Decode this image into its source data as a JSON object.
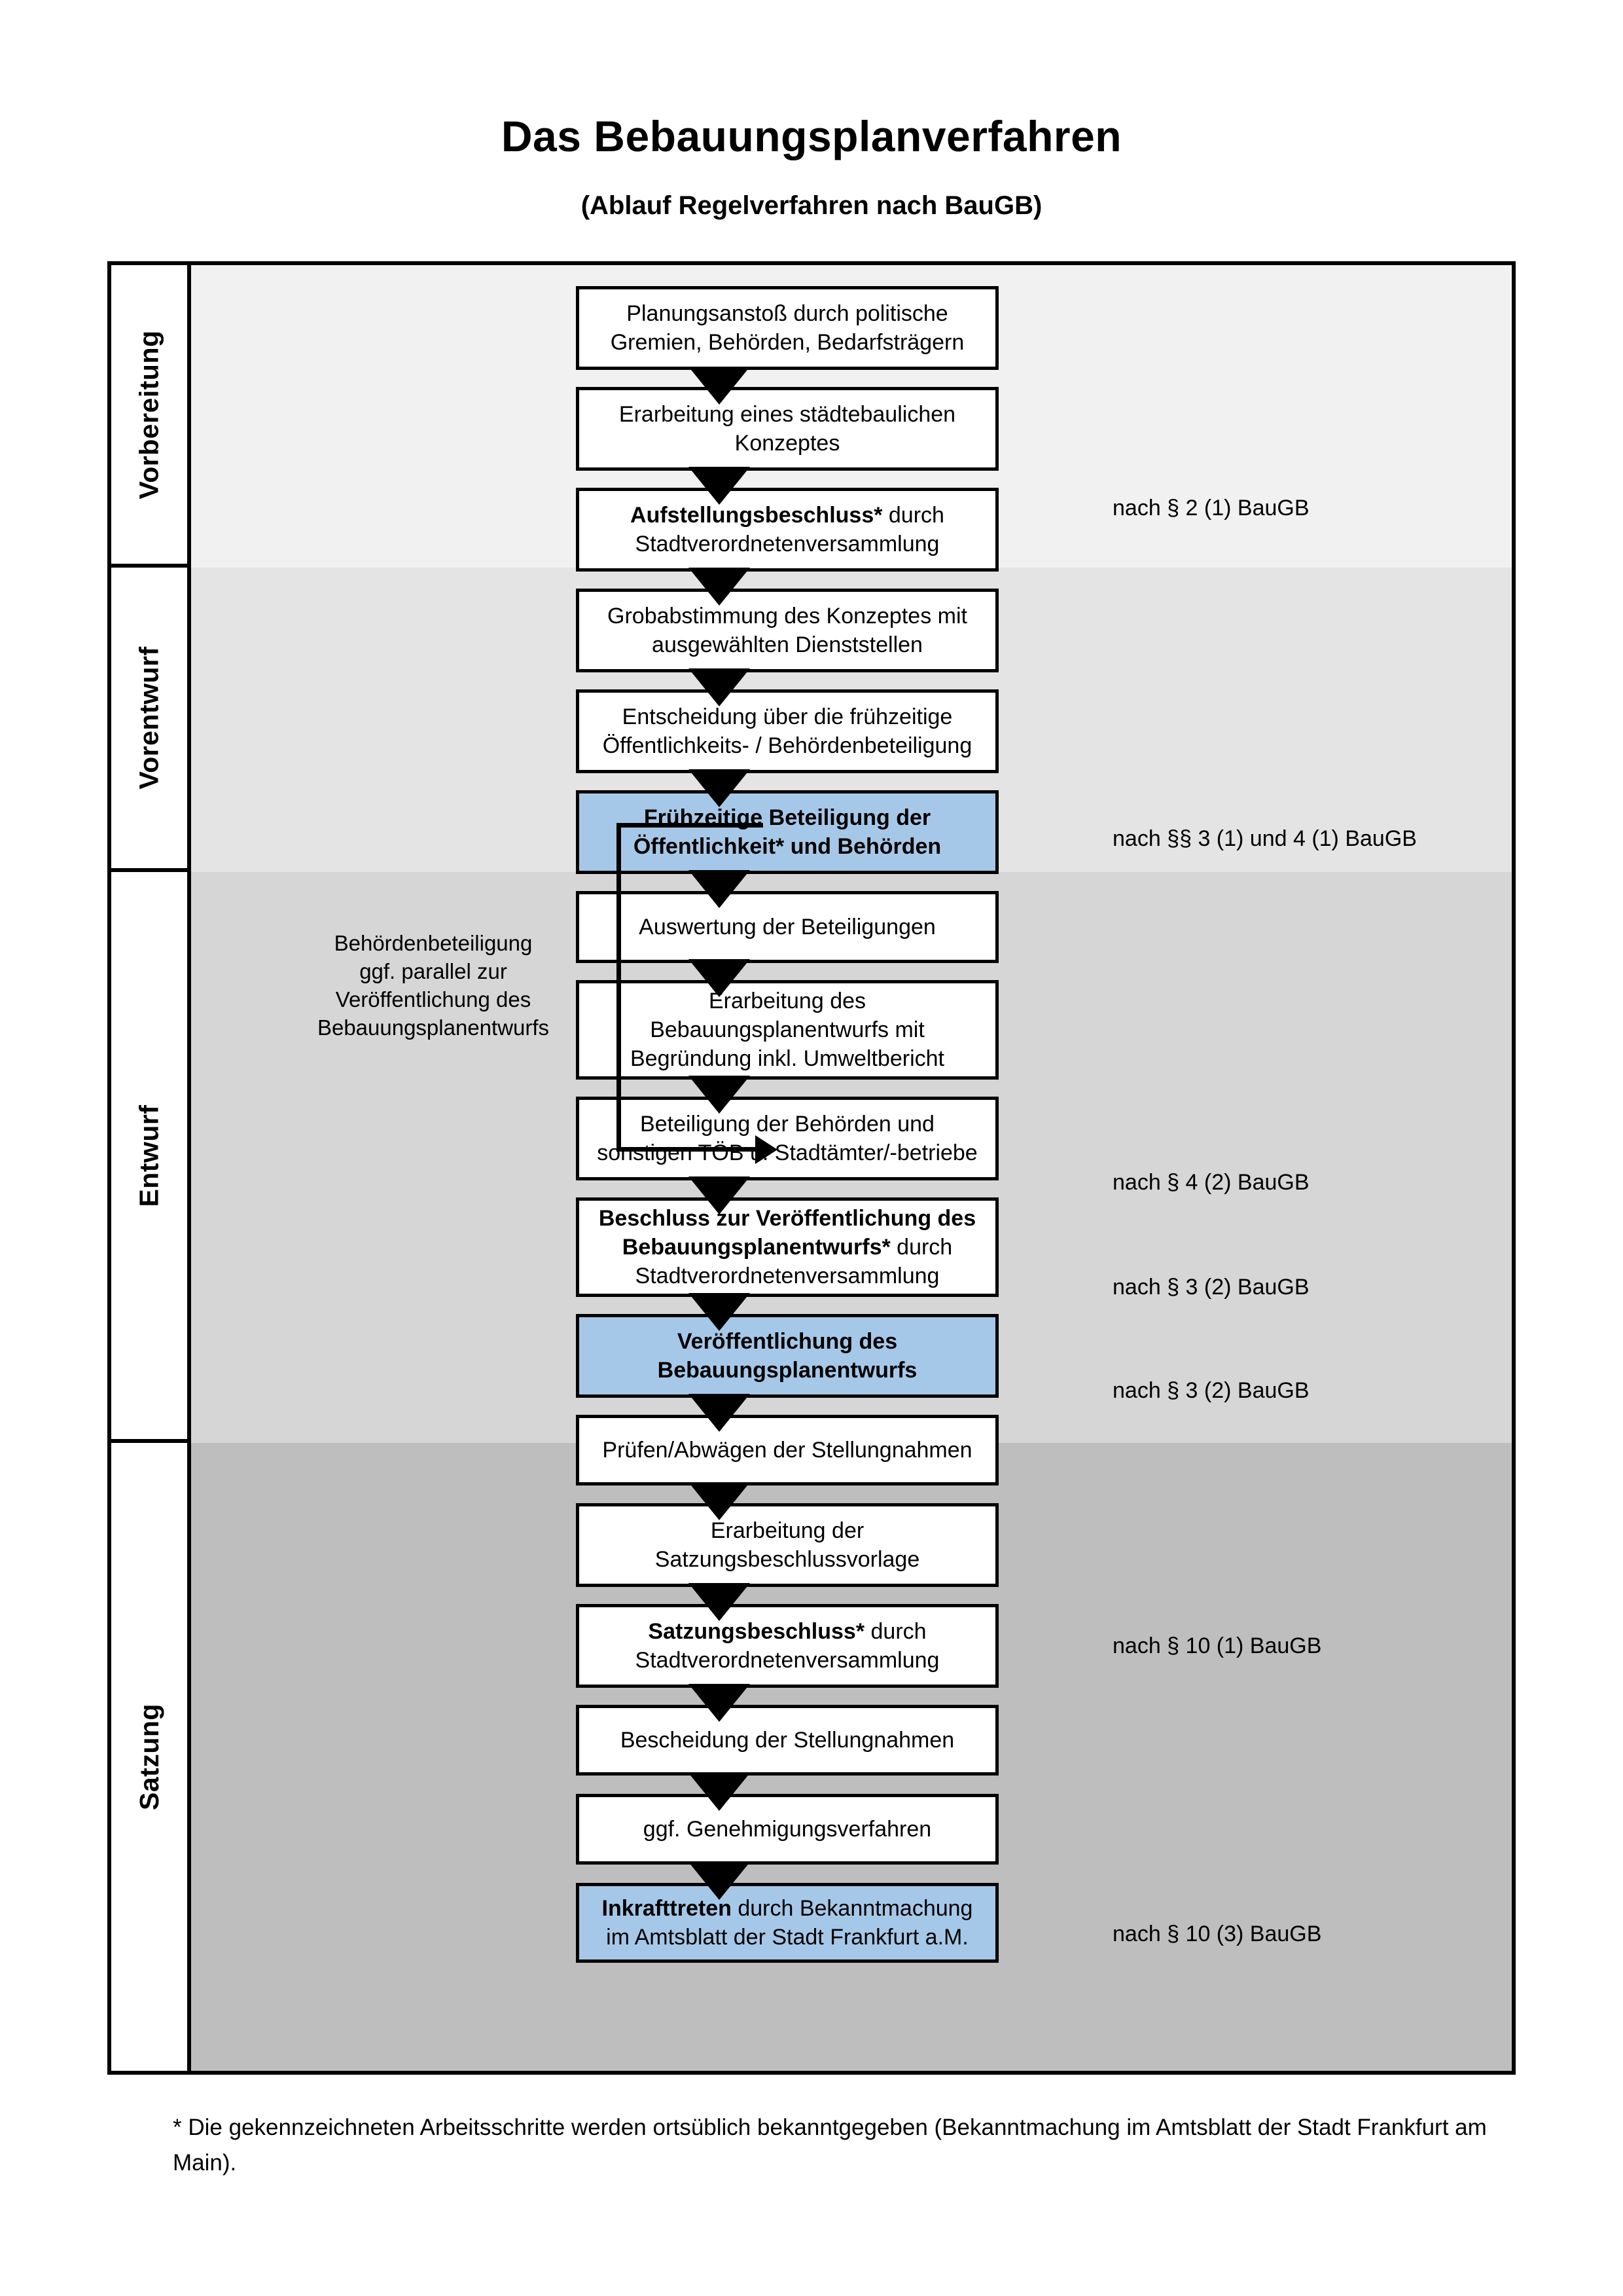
{
  "header": {
    "title": "Das Bebauungsplanverfahren",
    "subtitle": "(Ablauf Regelverfahren nach BauGB)"
  },
  "sections": [
    {
      "label": "Vorbereitung",
      "color": "#F1F1F1"
    },
    {
      "label": "Vorentwurf",
      "color": "#E4E4E4"
    },
    {
      "label": "Entwurf",
      "color": "#D6D6D6"
    },
    {
      "label": "Satzung",
      "color": "#BEBEBE"
    }
  ],
  "accent_color": "#A6C8E8",
  "nodes": [
    {
      "id": "n1",
      "line1": "Planungsanstoß durch politische",
      "line2": "Gremien, Behörden, Bedarfsträgern",
      "bold": "",
      "highlight": false
    },
    {
      "id": "n2",
      "line1": "Erarbeitung eines städtebaulichen",
      "line2": "Konzeptes",
      "bold": "",
      "highlight": false
    },
    {
      "id": "n3",
      "line1": "Aufstellungsbeschluss* durch",
      "line2": "Stadtverordnetenversammlung",
      "bold": "Aufstellungsbeschluss*",
      "highlight": false
    },
    {
      "id": "n4",
      "line1": "Grobabstimmung des Konzeptes mit",
      "line2": "ausgewählten Dienststellen",
      "bold": "",
      "highlight": false
    },
    {
      "id": "n5",
      "line1": "Entscheidung über die frühzeitige",
      "line2": "Öffentlichkeits- / Behördenbeteiligung",
      "bold": "",
      "highlight": false
    },
    {
      "id": "n6",
      "line1": "Frühzeitige Beteiligung der",
      "line2": "Öffentlichkeit* und Behörden",
      "bold": "all",
      "highlight": true
    },
    {
      "id": "n7",
      "line1": "Auswertung der Beteiligungen",
      "line2": "",
      "bold": "",
      "highlight": false
    },
    {
      "id": "n8",
      "line1": "Erarbeitung des",
      "line2": "Bebauungsplanentwurfs mit",
      "line3": "Begründung inkl. Umweltbericht",
      "bold": "",
      "highlight": false
    },
    {
      "id": "n9",
      "line1": "Beteiligung der Behörden und",
      "line2": "sonstigen TÖB u. Stadtämter/-betriebe",
      "bold": "",
      "highlight": false
    },
    {
      "id": "n10",
      "line1": "Beschluss zur Veröffentlichung des",
      "line2": "Bebauungsplanentwurfs* durch",
      "line3": "Stadtverordnetenversammlung",
      "bold": "Beschluss zur Veröffentlichung des Bebauungsplanentwurfs*",
      "highlight": false
    },
    {
      "id": "n11",
      "line1": "Veröffentlichung des",
      "line2": "Bebauungsplanentwurfs",
      "bold": "all",
      "highlight": true
    },
    {
      "id": "n12",
      "line1": "Prüfen/Abwägen der Stellungnahmen",
      "line2": "",
      "bold": "",
      "highlight": false
    },
    {
      "id": "n13",
      "line1": "Erarbeitung der",
      "line2": "Satzungsbeschlussvorlage",
      "bold": "",
      "highlight": false
    },
    {
      "id": "n14",
      "line1": "Satzungsbeschluss* durch",
      "line2": "Stadtverordnetenversammlung",
      "bold": "Satzungsbeschluss*",
      "highlight": false
    },
    {
      "id": "n15",
      "line1": "Bescheidung der Stellungnahmen",
      "line2": "",
      "bold": "",
      "highlight": false
    },
    {
      "id": "n16",
      "line1": "ggf. Genehmigungsverfahren",
      "line2": "",
      "bold": "",
      "highlight": false
    },
    {
      "id": "n17",
      "line1": "Inkrafttreten durch Bekanntmachung",
      "line2": "im Amtsblatt der Stadt Frankfurt a.M.",
      "bold": "Inkrafttreten",
      "highlight": true
    }
  ],
  "side_note": {
    "line1": "Behördenbeteiligung",
    "line2": "ggf. parallel zur",
    "line3": "Veröffentlichung des",
    "line4": "Bebauungsplanentwurfs"
  },
  "legal_refs": [
    {
      "id": "r1",
      "text": "nach § 2 (1) BauGB"
    },
    {
      "id": "r2",
      "text": "nach §§ 3 (1) und 4 (1) BauGB"
    },
    {
      "id": "r3",
      "text": "nach § 4 (2) BauGB"
    },
    {
      "id": "r4",
      "text": "nach § 3 (2) BauGB"
    },
    {
      "id": "r5",
      "text": "nach § 3 (2) BauGB"
    },
    {
      "id": "r6",
      "text": "nach § 10 (1) BauGB"
    },
    {
      "id": "r7",
      "text": "nach § 10 (3) BauGB"
    }
  ],
  "footnote": {
    "text": "* Die gekennzeichneten Arbeitsschritte werden ortsüblich bekanntgegeben (Bekanntmachung im Amtsblatt  der Stadt Frankfurt am Main)."
  }
}
